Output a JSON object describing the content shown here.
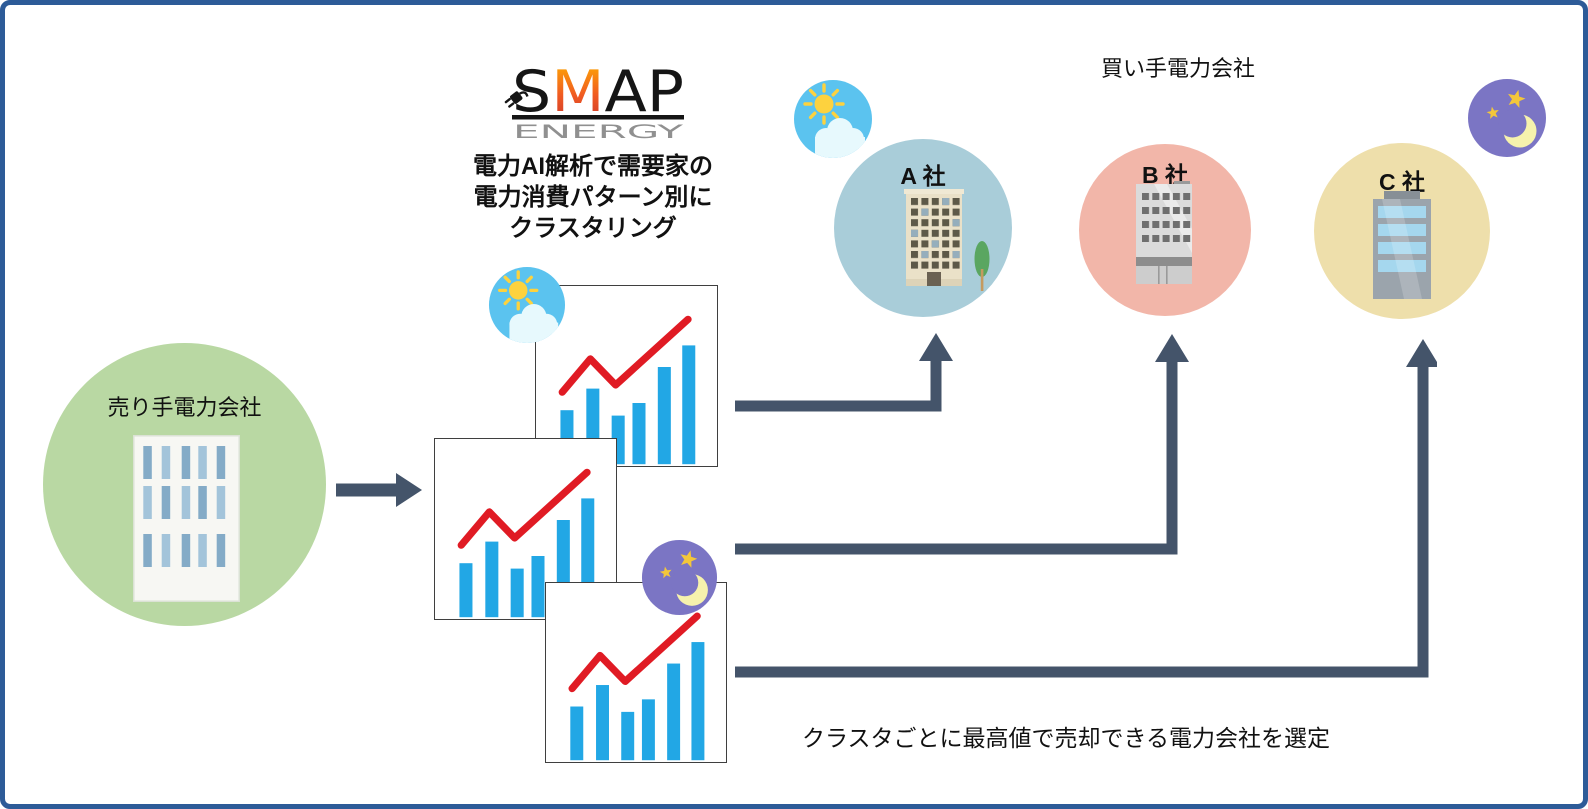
{
  "diagram": {
    "logo": {
      "s": "S",
      "m": "M",
      "ap": "AP",
      "subtitle": "ENERGY"
    },
    "clustering_note": {
      "lines": [
        "電力AI解析で需要家の",
        "電力消費パターン別に",
        "クラスタリング"
      ]
    },
    "buyers_header": "買い手電力会社",
    "seller": {
      "label": "売り手電力会社"
    },
    "buyers": [
      {
        "label": "A 社",
        "weather_icon": "day-weather-icon",
        "circle_color": "#a9cdd9"
      },
      {
        "label": "B 社",
        "weather_icon": null,
        "circle_color": "#f2b6a9"
      },
      {
        "label": "C 社",
        "weather_icon": "night-weather-icon",
        "circle_color": "#eedfab"
      }
    ],
    "caption": "クラスタごとに最高値で売却できる電力会社を選定"
  },
  "cluster_cards": [
    {
      "weather": "day"
    },
    {
      "weather": null
    },
    {
      "weather": "night"
    }
  ],
  "cluster_charts": {
    "type": "bar",
    "bar_x_pct": [
      13.5,
      27.8,
      41.8,
      53.3,
      67.3,
      80.8
    ],
    "bar_width_pct": 7.2,
    "bar_heights_pct": [
      30,
      42,
      27,
      34,
      54,
      66
    ],
    "line_points_pct": [
      [
        14.5,
        59
      ],
      [
        30,
        40.5
      ],
      [
        44,
        55
      ],
      [
        84,
        18.5
      ]
    ],
    "bar_color": "#22a7e5",
    "line_color": "#e01b24"
  },
  "colors": {
    "frame_border": "#2d5b98",
    "arrow": "#44546a",
    "seller_circle": "#b9d8a3",
    "buyer_a_circle": "#a9cdd9",
    "buyer_b_circle": "#f2b6a9",
    "buyer_c_circle": "#eedfab",
    "chart_bar": "#22a7e5",
    "chart_line": "#e01b24",
    "day_icon_sky": "#5bc3ef",
    "night_icon_sky": "#7b75c4",
    "logo_m_gradient": [
      "#ffb000",
      "#f05a22",
      "#c9352d"
    ]
  }
}
